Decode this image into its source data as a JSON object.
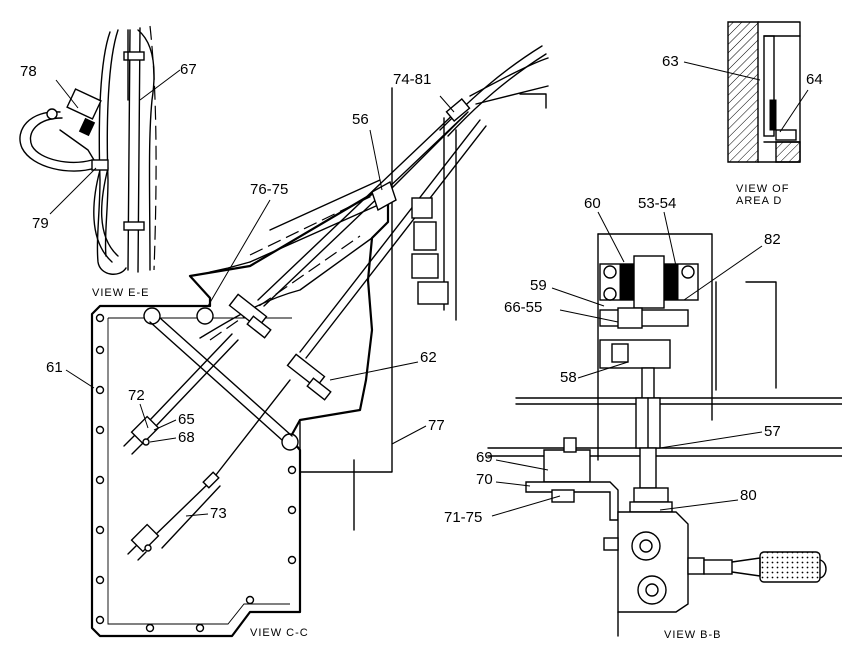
{
  "views": {
    "view_ee": "VIEW E-E",
    "view_cc": "VIEW C-C",
    "view_bb": "VIEW B-B",
    "view_area_d_line1": "VIEW OF",
    "view_area_d_line2": "AREA D"
  },
  "callouts": {
    "c78": "78",
    "c67": "67",
    "c79": "79",
    "c74_81": "74-81",
    "c56": "56",
    "c76_75": "76-75",
    "c63": "63",
    "c64": "64",
    "c60": "60",
    "c53_54": "53-54",
    "c82": "82",
    "c59": "59",
    "c66_55": "66-55",
    "c58": "58",
    "c61": "61",
    "c62": "62",
    "c72": "72",
    "c65": "65",
    "c68": "68",
    "c77": "77",
    "c57": "57",
    "c69": "69",
    "c70": "70",
    "c71_75": "71-75",
    "c80": "80",
    "c73": "73"
  }
}
